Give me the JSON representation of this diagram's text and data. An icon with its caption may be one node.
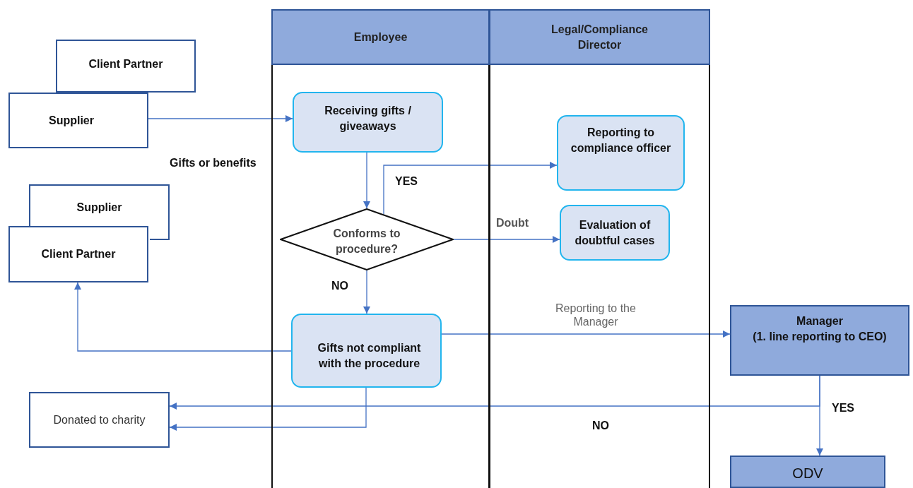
{
  "diagram": {
    "nodes": [
      {
        "text": [
          "Client Partner"
        ]
      },
      {
        "text": [
          "Supplier"
        ]
      },
      {
        "text": [
          "Supplier"
        ]
      },
      {
        "text": [
          "Client Partner"
        ]
      },
      {
        "text": [
          "Employee"
        ]
      },
      {
        "text": [
          "Legal/Compliance Director"
        ]
      },
      {
        "text": [
          "Receiving gifts / giveaways"
        ],
        "in": 4
      },
      {
        "text": [
          "Conforms to procedure?"
        ],
        "in": 4
      },
      {
        "text": [
          "Reporting to compliance officer"
        ],
        "in": 5
      },
      {
        "text": [
          "Evaluation of doubtful cases"
        ],
        "in": 5
      },
      {
        "text": [
          "Gifts not compliant with the procedure"
        ],
        "in": 4
      },
      {
        "text": [
          "Manager",
          "(1. line reporting to CEO)"
        ]
      },
      {
        "text": [
          "ODV"
        ]
      },
      {
        "text": [
          "Donated to charity"
        ]
      }
    ],
    "edges": [
      {
        "from": 1,
        "to": 6,
        "arrow": "to"
      },
      {
        "from": 6,
        "to": 7,
        "arrow": "to"
      },
      {
        "from": 7,
        "to": 8,
        "arrow": "to",
        "label": "YES"
      },
      {
        "from": 7,
        "to": 9,
        "arrow": "to",
        "label": "Doubt"
      },
      {
        "from": 7,
        "to": 10,
        "arrow": "to",
        "label": "NO"
      },
      {
        "from": 10,
        "to": 3,
        "arrow": "to"
      },
      {
        "from": 10,
        "to": 11,
        "arrow": "to",
        "label": "Reporting to the Manager"
      },
      {
        "from": 10,
        "to": 13,
        "arrow": "to"
      },
      {
        "from": 11,
        "to": 13,
        "arrow": "to",
        "label": "NO"
      },
      {
        "from": 11,
        "to": 12,
        "arrow": "to",
        "label": "YES"
      }
    ],
    "labels": [
      "Gifts or benefits"
    ]
  }
}
